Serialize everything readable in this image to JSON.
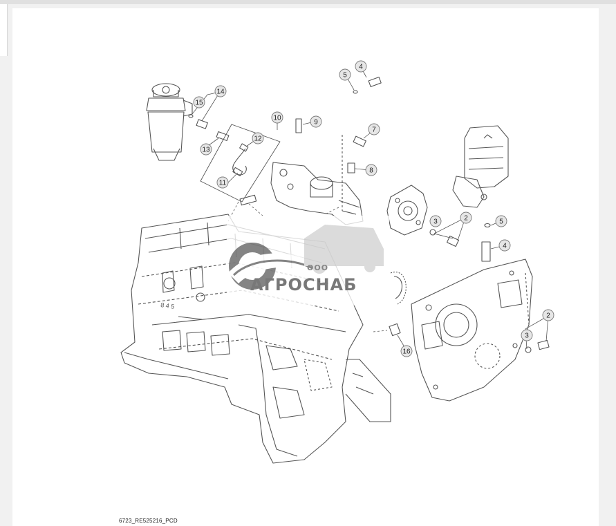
{
  "figure_caption": "6723_RE525216_PCD",
  "watermark": {
    "company_prefix": "ООО",
    "company_name": "АГРОСНАБ",
    "is_logo": true
  },
  "callouts": [
    {
      "id": "callout-2-upper",
      "label": "2"
    },
    {
      "id": "callout-2-lower",
      "label": "2"
    },
    {
      "id": "callout-3-upper",
      "label": "3"
    },
    {
      "id": "callout-3-lower",
      "label": "3"
    },
    {
      "id": "callout-4-upper",
      "label": "4"
    },
    {
      "id": "callout-4-lower",
      "label": "4"
    },
    {
      "id": "callout-5-upper",
      "label": "5"
    },
    {
      "id": "callout-5-lower",
      "label": "5"
    },
    {
      "id": "callout-7",
      "label": "7"
    },
    {
      "id": "callout-8",
      "label": "8"
    },
    {
      "id": "callout-9",
      "label": "9"
    },
    {
      "id": "callout-10",
      "label": "10"
    },
    {
      "id": "callout-11",
      "label": "11"
    },
    {
      "id": "callout-12",
      "label": "12"
    },
    {
      "id": "callout-13",
      "label": "13"
    },
    {
      "id": "callout-14",
      "label": "14"
    },
    {
      "id": "callout-15",
      "label": "15"
    },
    {
      "id": "callout-16",
      "label": "16"
    }
  ],
  "colors": {
    "line_art": "#555555",
    "callout_fill": "#e6e6e6",
    "callout_stroke": "#777777",
    "watermark_gray": "#6d6d6d"
  }
}
